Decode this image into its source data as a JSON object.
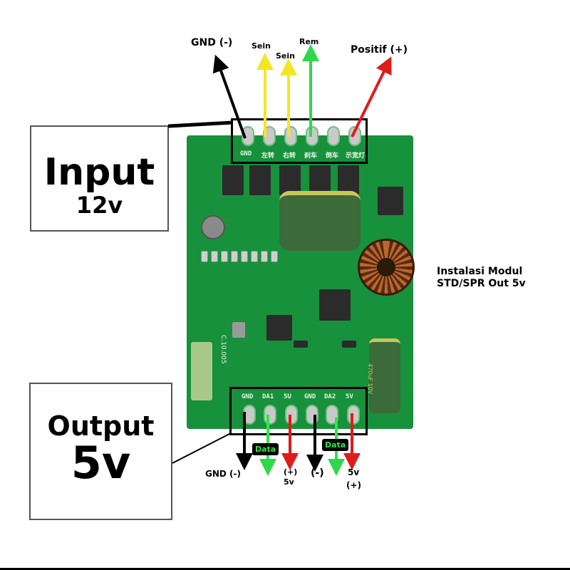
{
  "input_box": {
    "title": "Input",
    "voltage": "12v"
  },
  "output_box": {
    "title": "Output",
    "voltage": "5v"
  },
  "module_caption": {
    "line1": "Instalasi Modul",
    "line2": "STD/SPR Out 5v"
  },
  "input_labels": {
    "gnd": "GND (-)",
    "sein_left": "Sein",
    "sein_right": "Sein",
    "rem": "Rem",
    "positif": "Positif (+)"
  },
  "input_pins": [
    "GND",
    "左转",
    "右转",
    "刹车",
    "倒车",
    "示宽灯"
  ],
  "output_pins": [
    "GND",
    "DA1",
    "5U",
    "GND",
    "DA2",
    "5V"
  ],
  "output_labels": {
    "gnd_left": "GND (-)",
    "data_left": "Data",
    "plus5v_left_line1": "(+)",
    "plus5v_left_line2": "5v",
    "gnd_right": "(-)",
    "data_right": "Data",
    "plus5v_right_line1": "5v",
    "plus5v_right_line2": "(+)"
  },
  "board_marks": {
    "cap_rating": "470uF 10V",
    "board_code": "C.10.005"
  },
  "colors": {
    "gnd_arrow": "#000000",
    "sein_arrow": "#f5e625",
    "rem_arrow": "#2fd84a",
    "positive_arrow": "#e01b1b",
    "data_arrow": "#35e24a",
    "pcb_green": "#17913b"
  }
}
